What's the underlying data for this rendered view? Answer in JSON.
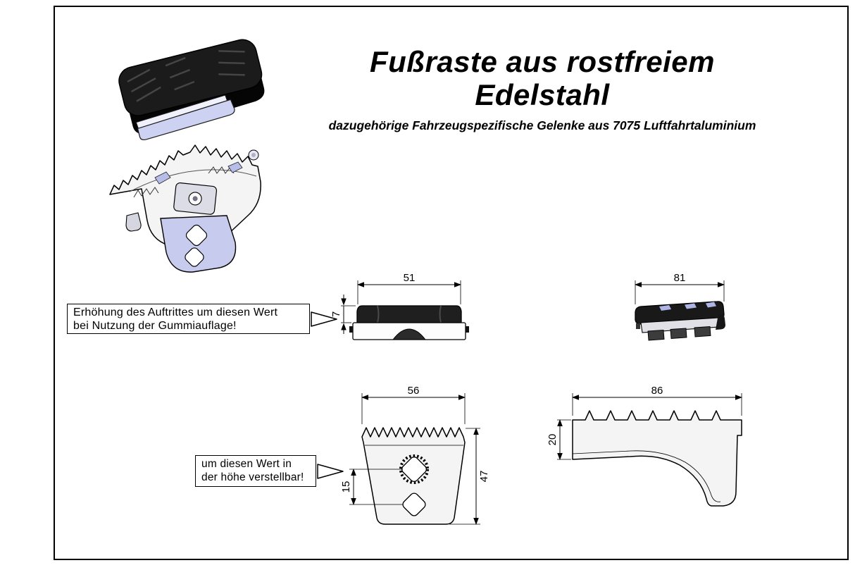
{
  "title": {
    "line1": "Fußraste aus rostfreiem",
    "line2": "Edelstahl",
    "subtitle": "dazugehörige Fahrzeugspezifische Gelenke aus 7075 Luftfahrtaluminium"
  },
  "callouts": {
    "rubber_pad": {
      "line1": "Erhöhung des Auftrittes um diesen Wert",
      "line2": "bei Nutzung der Gummiauflage!"
    },
    "height_adjust": {
      "line1": "um diesen Wert in",
      "line2": "der höhe verstellbar!"
    }
  },
  "dimensions": {
    "pad_side_width": "51",
    "pad_side_height": "7",
    "pad_top_width": "81",
    "front_width": "56",
    "front_adjust_range": "15",
    "front_height": "47",
    "side_length": "86",
    "side_height": "20"
  },
  "colors": {
    "outline": "#000000",
    "rubber": "#1a1a1a",
    "metal_accent": "#c7cbee",
    "body_fill": "#ededf2",
    "background": "#ffffff"
  }
}
